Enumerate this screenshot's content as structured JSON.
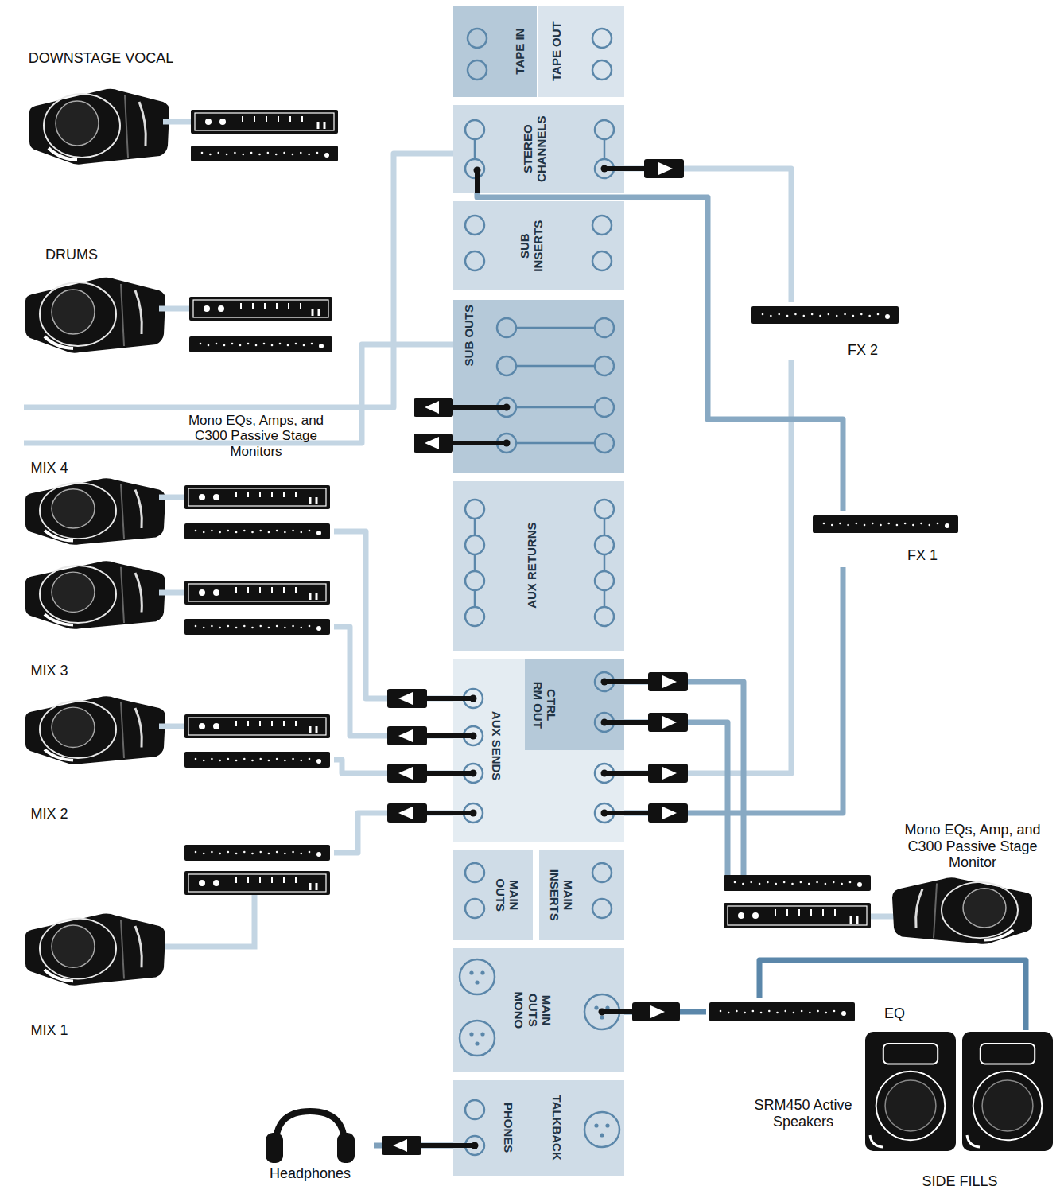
{
  "diagram": {
    "nodes": [
      {
        "text": [
          "DOWNSTAGE VOCAL"
        ]
      },
      {
        "text": [
          "TAPE IN"
        ]
      },
      {
        "text": [
          "TAPE OUT"
        ]
      },
      {
        "text": [
          "STEREO CHANNELS"
        ]
      },
      {
        "text": [
          "SUB INSERTS"
        ]
      },
      {
        "text": [
          "DRUMS"
        ]
      },
      {
        "text": [
          "FX 2"
        ]
      },
      {
        "text": [
          "SUB OUTS"
        ]
      },
      {
        "text": [
          "MIX 4"
        ]
      },
      {
        "text": [
          "AUX RETURNS"
        ]
      },
      {
        "text": [
          "FX 1"
        ]
      },
      {
        "text": [
          "MIX 3"
        ]
      },
      {
        "text": [
          "AUX SENDS"
        ]
      },
      {
        "text": [
          "CTRL RM OUT"
        ],
        "in": 12
      },
      {
        "text": [
          "MIX 2"
        ]
      },
      {
        "text": [
          "MIX 1"
        ]
      },
      {
        "text": [
          "Mono EQs, Amp, and C300 Passive Stage Monitor"
        ]
      },
      {
        "text": [
          "MAIN OUTS"
        ]
      },
      {
        "text": [
          "MAIN INSERTS"
        ]
      },
      {
        "text": [
          "MAIN OUTS MONO"
        ]
      },
      {
        "text": [
          "EQ"
        ]
      },
      {
        "text": [
          "SRM450 Active Speakers",
          "SIDE FILLS"
        ]
      },
      {
        "text": [
          "PHONES"
        ]
      },
      {
        "text": [
          "TALKBACK"
        ]
      },
      {
        "text": [
          "Headphones"
        ]
      }
    ],
    "edges": [
      {
        "from": 7,
        "to": 0,
        "arrow": "none"
      },
      {
        "from": 7,
        "to": 5,
        "arrow": "none"
      },
      {
        "from": 12,
        "to": 8,
        "arrow": "none"
      },
      {
        "from": 12,
        "to": 11,
        "arrow": "none"
      },
      {
        "from": 12,
        "to": 14,
        "arrow": "none"
      },
      {
        "from": 12,
        "to": 15,
        "arrow": "none"
      },
      {
        "from": 12,
        "to": 6,
        "arrow": "none"
      },
      {
        "from": 6,
        "to": 3,
        "arrow": "none"
      },
      {
        "from": 12,
        "to": 10,
        "arrow": "none"
      },
      {
        "from": 10,
        "to": 3,
        "arrow": "none"
      },
      {
        "from": 13,
        "to": 16,
        "arrow": "none"
      },
      {
        "from": 13,
        "to": 16,
        "arrow": "none"
      },
      {
        "from": 19,
        "to": 20,
        "arrow": "none"
      },
      {
        "from": 20,
        "to": 21,
        "arrow": "none"
      },
      {
        "from": 22,
        "to": 24,
        "arrow": "none"
      }
    ],
    "labels": [
      "Mono EQs, Amps, and C300 Passive Stage Monitors"
    ]
  }
}
